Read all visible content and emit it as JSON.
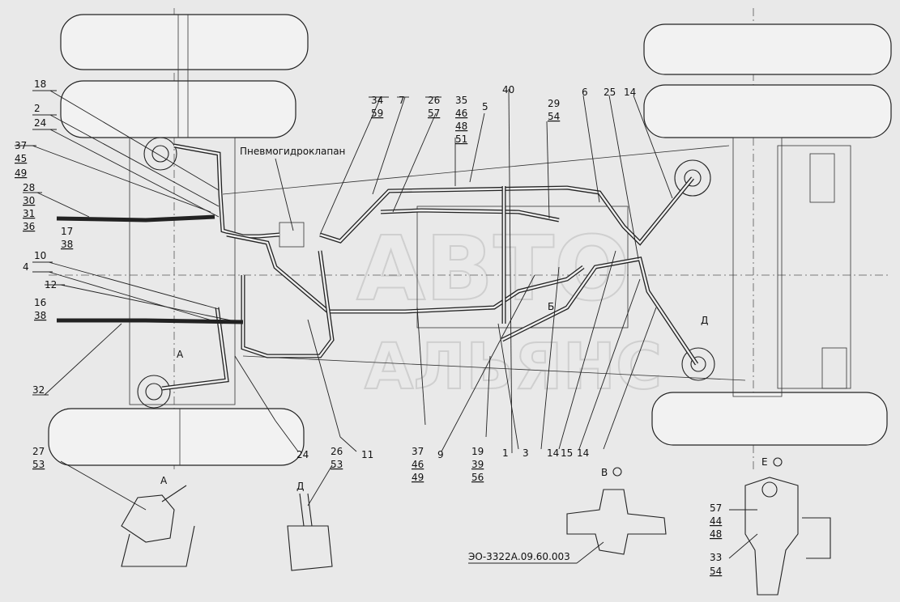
{
  "diagram": {
    "valve_label": "Пневмогидроклапан",
    "watermark_top": "АВТО",
    "watermark_bottom": "АЛЬЯНС",
    "part_code": "ЭО-3322А.09.60.003",
    "view_a": "А",
    "view_d": "Д",
    "view_v": "В",
    "view_e": "Е",
    "section_labels": {
      "a": "А",
      "d": "Д",
      "b": "Б",
      "v": "В",
      "e": "Е"
    }
  },
  "callouts": {
    "c18": "18",
    "c2": "2",
    "c24a": "24",
    "c37a": [
      "37",
      "45",
      "49"
    ],
    "c28": [
      "28",
      "30",
      "31",
      "36"
    ],
    "c17": [
      "17",
      "38"
    ],
    "c4": "4",
    "c10": "10",
    "c12": "12",
    "c16": [
      "16",
      "38"
    ],
    "c32": "32",
    "c34": [
      "34",
      "59"
    ],
    "c7": "7",
    "c26a": [
      "26",
      "57"
    ],
    "c35": [
      "35",
      "46",
      "48",
      "51"
    ],
    "c5": "5",
    "c40": "40",
    "c29": [
      "29",
      "54"
    ],
    "c6": "6",
    "c25": "25",
    "c14a": "14",
    "c24b": "24",
    "c11": "11",
    "c37b": [
      "37",
      "46",
      "49"
    ],
    "c9": "9",
    "c19": [
      "19",
      "39",
      "56"
    ],
    "c1": "1",
    "c3": "3",
    "c14b": "14",
    "c15": "15",
    "c14c": "14",
    "c27": [
      "27",
      "53"
    ],
    "c26b": [
      "26",
      "53"
    ],
    "c57": [
      "57",
      "44",
      "48"
    ],
    "c33": [
      "33",
      "54"
    ]
  }
}
